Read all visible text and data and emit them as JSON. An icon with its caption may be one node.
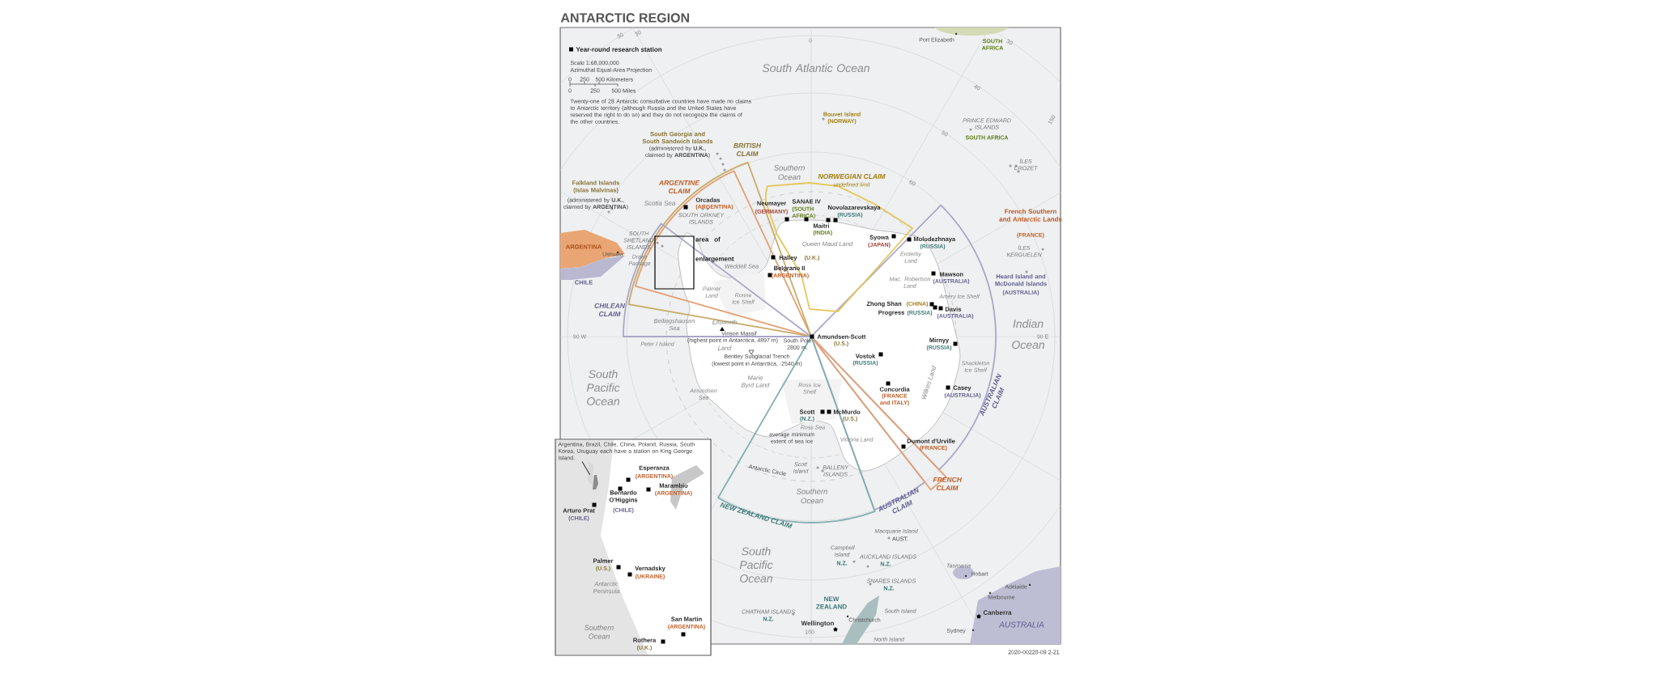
{
  "diagram": {
    "title": "ANTARCTIC REGION",
    "nodes": [
      {
        "text": [
          "Argentina, Brazil, Chile, China, Poland, Russia, South Korea, Uruguay each have a station on King George Island."
        ]
      },
      {
        "text": [
          "area of enlargement"
        ]
      },
      {
        "text": [],
        "shape": "picture"
      }
    ],
    "edges": [
      {
        "from": 0,
        "to": 2,
        "arrow": "none"
      }
    ],
    "legend": [
      {
        "text": "Year-round research station"
      }
    ],
    "labels": [
      "Scale 1:68,000,000",
      "Azimuthal Equal-Area Projection",
      "0",
      "250",
      "500 Kilometers",
      "0",
      "250",
      "500 Miles",
      "Twenty-one of 28 Antarctic consultative countries have made no claims to Antarctic territory (although Russia and the United States have reserved the right to do so) and they do not recognize the claims of the other countries.",
      "South Atlantic Ocean",
      "Port Elizabeth",
      "SOUTH AFRICA",
      "Bouvet Island (NORWAY)",
      "PRINCE EDWARD ISLANDS",
      "SOUTH AFRICA",
      "South Georgia and South Sandwich Islands",
      "(administered by **U.K.**, claimed by **ARGENTINA**)",
      "BRITISH CLAIM",
      "Southern Ocean",
      "ÎLES CROZET",
      "NORWEGIAN CLAIM",
      "undefined limit",
      "Falkland Islands (Islas Malvinas)",
      "ARGENTINE CLAIM",
      "(administered by **U.K.**, claimed by **ARGENTINA**)",
      "Scotia Sea",
      "Orcadas",
      "(ARGENTINA)",
      "SOUTH ORKNEY ISLANDS",
      "Neumayer",
      "(GERMANY)",
      "SANAE IV",
      "(SOUTH AFRICA)",
      "Novolazarevskaya",
      "(RUSSIA)",
      "French Southern and Antarctic Lands",
      "Maitri",
      "(INDIA)",
      "(FRANCE)",
      "ARGENTINA",
      "SOUTH SHETLAND ISLANDS",
      "Queen Maud Land",
      "Syowa",
      "(JAPAN)",
      "Molodezhnaya",
      "(RUSSIA)",
      "Ushuaia",
      "Drake Passage",
      "Enderby Land",
      "ÎLES KERGUELEN",
      "Halley",
      "(U.K.)",
      "Weddell Sea",
      "Belgrano II",
      "(ARGENTINA)",
      "Mawson",
      "(AUSTRALIA)",
      "Mac. Robertson Land",
      "Heard Island and McDonald Islands",
      "(AUSTRALIA)",
      "CHILE",
      "Palmer Land",
      "Ronne Ice Shelf",
      "Amery Ice Shelf",
      "Zhong Shan",
      "(CHINA)",
      "Davis",
      "CHILEAN CLAIM",
      "Progress",
      "(RUSSIA)",
      "(AUSTRALIA)",
      "Bellingshausen Sea",
      "Ellsworth Land",
      "Indian Ocean",
      "90 W",
      "Vinson Massif",
      "Amundsen-Scott",
      "90 E",
      "Peter I Island",
      "(highest point in Antarctica, 4897 m)",
      "South Pole 2800 m.",
      "(U.S.)",
      "Mirnyy",
      "(RUSSIA)",
      "Bentley Subglacial Trench",
      "(lowest point in Antarctica, -2540 m)",
      "Vostok",
      "(RUSSIA)",
      "Shackleton Ice Shelf",
      "South Pacific Ocean",
      "Marie Byrd Land",
      "Ross Ice Shelf",
      "Wilkes Land",
      "Concordia",
      "Casey",
      "Amundsen Sea",
      "(AUSTRALIA)",
      "(FRANCE and ITALY)",
      "AUSTRALIAN CLAIM",
      "Scott",
      "McMurdo",
      "(N.Z.)",
      "(U.S.)",
      "Ross Sea",
      "average minimum extent of sea ice",
      "Victoria Land",
      "Dumont d'Urville",
      "(FRANCE)",
      "Antarctic Circle",
      "Scott Island",
      "BALLENY ISLANDS",
      "FRENCH CLAIM",
      "Southern Ocean",
      "AUSTRALIAN CLAIM",
      "NEW ZEALAND CLAIM",
      "Macquarie Island",
      "AUST.",
      "South Pacific Ocean",
      "Campbell Island",
      "AUCKLAND ISLANDS",
      "N.Z.",
      "N.Z.",
      "Tasmania",
      "Hobart",
      "SNARES ISLANDS",
      "N.Z.",
      "Adelaide",
      "Melbourne",
      "NEW ZEALAND",
      "CHATHAM ISLANDS",
      "South Island",
      "Canberra",
      "N.Z.",
      "Christchurch",
      "Wellington",
      "AUSTRALIA",
      "Sydney",
      "North Island",
      "2020-00228-09 2-21",
      "Esperanza",
      "(ARGENTINA)",
      "Marambio",
      "(ARGENTINA)",
      "Bernardo O'Higgins",
      "Arturo Prat",
      "(CHILE)",
      "(CHILE)",
      "Palmer",
      "(U.S.)",
      "Vernadsky",
      "(UKRAINE)",
      "Antarctic Peninsula",
      "San Martin",
      "(ARGENTINA)",
      "Southern Ocean",
      "Rothera",
      "(U.K.)",
      "30",
      "30",
      "0",
      "30",
      "40",
      "50",
      "60",
      "150",
      "180"
    ]
  }
}
